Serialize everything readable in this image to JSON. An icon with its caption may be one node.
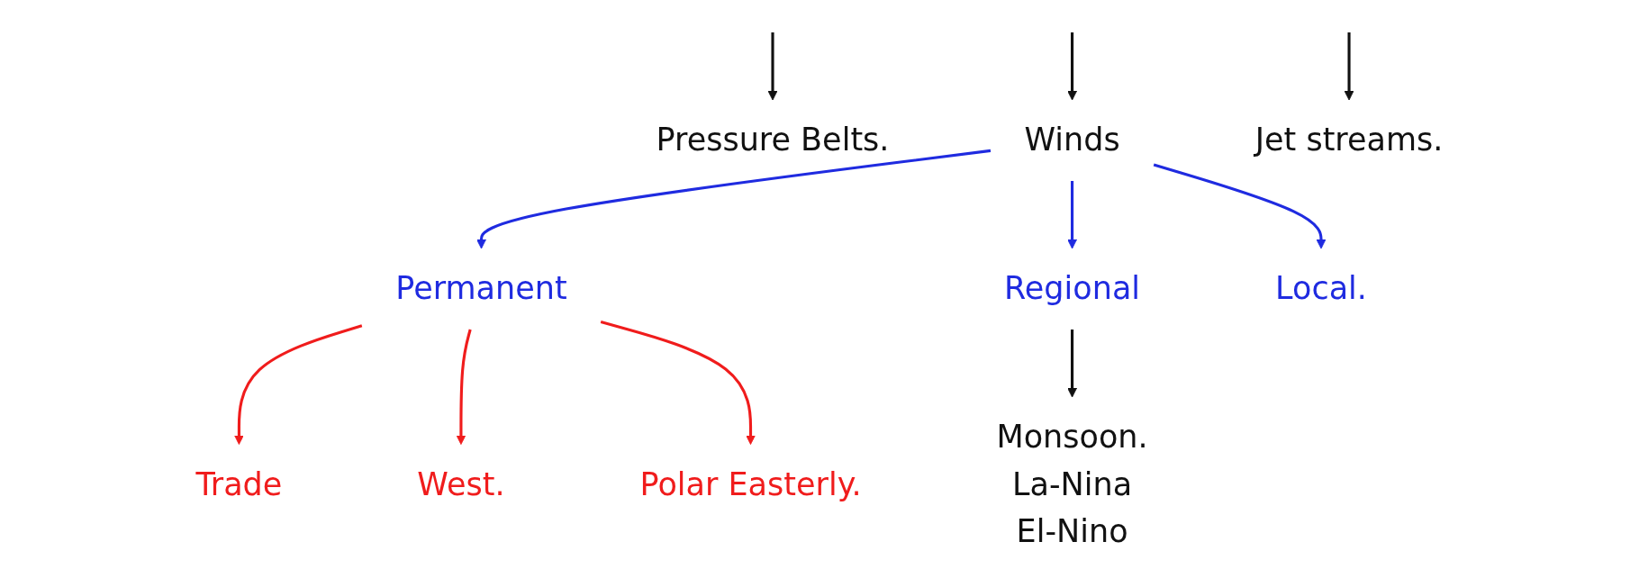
{
  "diagram": {
    "nodes": [
      {
        "text": [
          "Pressure Belts."
        ]
      },
      {
        "text": [
          "Winds"
        ]
      },
      {
        "text": [
          "Jet streams."
        ]
      },
      {
        "text": [
          "Permanent"
        ]
      },
      {
        "text": [
          "Regional"
        ]
      },
      {
        "text": [
          "Local."
        ]
      },
      {
        "text": [
          "Trade"
        ]
      },
      {
        "text": [
          "West."
        ]
      },
      {
        "text": [
          "Polar Easterly."
        ]
      },
      {
        "text": [
          "Monsoon.",
          "La-Nina",
          "El-Nino"
        ]
      }
    ],
    "edges": [
      {
        "from": null,
        "to": 0,
        "arrow": "to"
      },
      {
        "from": null,
        "to": 1,
        "arrow": "to"
      },
      {
        "from": null,
        "to": 2,
        "arrow": "to"
      },
      {
        "from": 1,
        "to": 3,
        "arrow": "to",
        "color": "#1f2be0"
      },
      {
        "from": 1,
        "to": 4,
        "arrow": "to",
        "color": "#1f2be0"
      },
      {
        "from": 1,
        "to": 5,
        "arrow": "to",
        "color": "#1f2be0"
      },
      {
        "from": 3,
        "to": 6,
        "arrow": "to",
        "color": "#f01c1c"
      },
      {
        "from": 3,
        "to": 7,
        "arrow": "to",
        "color": "#f01c1c"
      },
      {
        "from": 3,
        "to": 8,
        "arrow": "to",
        "color": "#f01c1c"
      },
      {
        "from": 4,
        "to": 9,
        "arrow": "to"
      }
    ]
  }
}
